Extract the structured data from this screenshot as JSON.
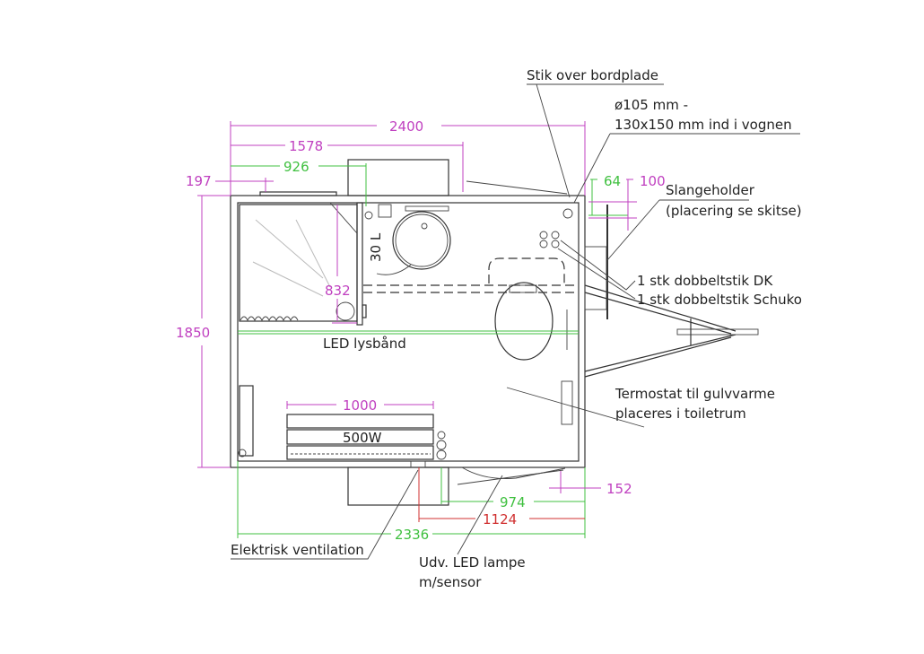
{
  "colors": {
    "dimension_magenta": "#c040c0",
    "dimension_green": "#40c040",
    "dimension_red": "#d03030",
    "lines": "#333333"
  },
  "dimensions": {
    "overall_length": "2400",
    "length_1578": "1578",
    "length_926": "926",
    "offset_197": "197",
    "overall_width": "1850",
    "shower_depth": "832",
    "heater_length": "1000",
    "door_974": "974",
    "door_1124": "1124",
    "inner_length": "2336",
    "offset_152": "152",
    "offset_64": "64",
    "offset_100": "100"
  },
  "labels": {
    "stik_over_bordplade": "Stik over bordplade",
    "vent_line1": "ø105 mm -",
    "vent_line2": "130x150 mm ind i vognen",
    "slangeholder_line1": "Slangeholder",
    "slangeholder_line2": "(placering se skitse)",
    "socket_dk": "1 stk dobbeltstik DK",
    "socket_schuko": "1 stk dobbeltstik Schuko",
    "led_strip": "LED lysbånd",
    "thermostat_line1": "Termostat til gulvvarme",
    "thermostat_line2": "placeres i toiletrum",
    "heater_power": "500W",
    "electric_ventilation": "Elektrisk ventilation",
    "outdoor_lamp_line1": "Udv. LED lampe",
    "outdoor_lamp_line2": "m/sensor",
    "water_heater": "30 L"
  }
}
